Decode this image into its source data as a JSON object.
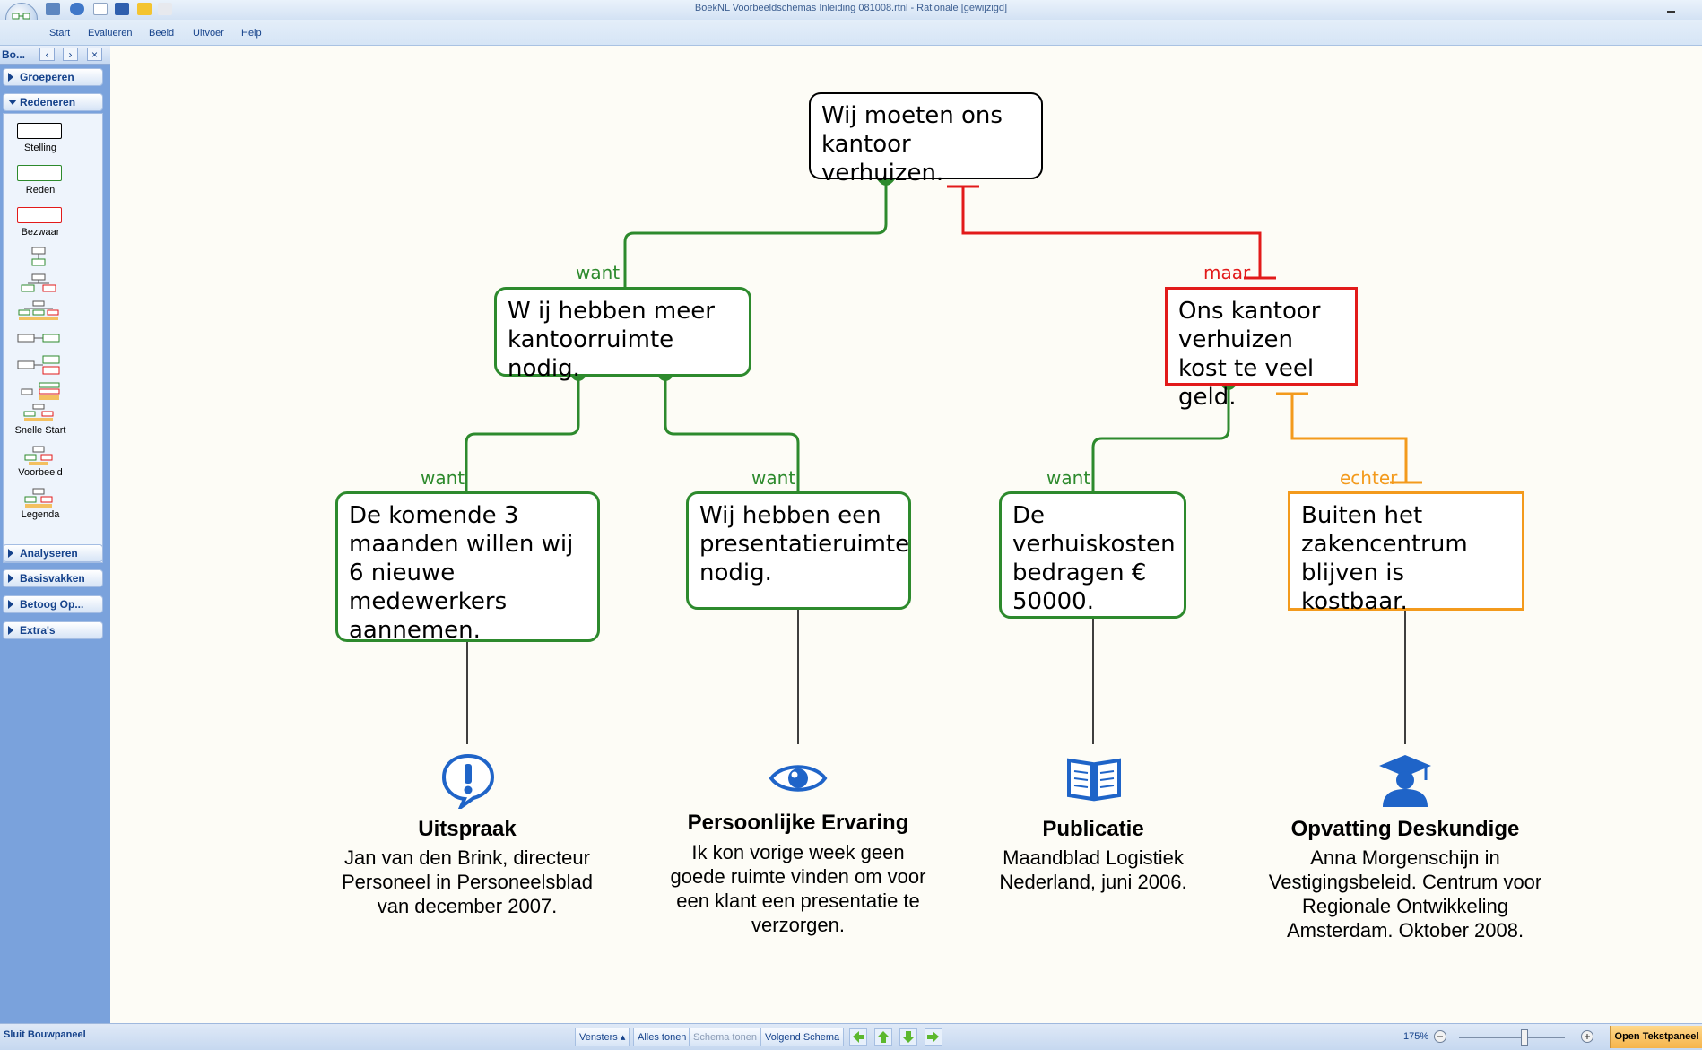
{
  "window": {
    "title": "BoekNL Voorbeeldschemas Inleiding 081008.rtnl - Rationale [gewijzigd]"
  },
  "menu": {
    "items": [
      "Start",
      "Evalueren",
      "Beeld",
      "Uitvoer",
      "Help"
    ]
  },
  "sidebar": {
    "header": "Bo...",
    "groups_top": [
      {
        "label": "Groeperen",
        "expanded": false
      },
      {
        "label": "Redeneren",
        "expanded": true
      }
    ],
    "tools": {
      "stelling": "Stelling",
      "reden": "Reden",
      "bezwaar": "Bezwaar",
      "snelle_start": "Snelle Start",
      "voorbeeld": "Voorbeeld",
      "legenda": "Legenda"
    },
    "groups_bottom": [
      {
        "label": "Analyseren"
      },
      {
        "label": "Basisvakken"
      },
      {
        "label": "Betoog Op..."
      },
      {
        "label": "Extra's"
      }
    ]
  },
  "map": {
    "claim": "Wij moeten ons kantoor verhuizen.",
    "reason_main": "W ij hebben meer kantoorruimte nodig.",
    "objection_main": "Ons kantoor verhuizen kost te veel geld.",
    "reason_1": "De komende 3 maanden willen wij 6 nieuwe medewerkers aannemen.",
    "reason_2": "Wij hebben een presentatieruimte nodig.",
    "reason_3": "De verhuiskosten bedragen € 50000.",
    "rebuttal": "Buiten het zakencentrum blijven is kostbaar.",
    "labels": {
      "want": "want",
      "maar": "maar",
      "echter": "echter"
    },
    "sources": [
      {
        "title": "Uitspraak",
        "text": "Jan van den Brink, directeur Personeel in Personeelsblad van december 2007.",
        "icon": "exclamation-bubble-icon"
      },
      {
        "title": "Persoonlijke Ervaring",
        "text": "Ik kon vorige week geen goede ruimte vinden om voor een klant een presentatie te verzorgen.",
        "icon": "eye-icon"
      },
      {
        "title": "Publicatie",
        "text": "Maandblad Logistiek Nederland, juni 2006.",
        "icon": "open-book-icon"
      },
      {
        "title": "Opvatting Deskundige",
        "text": "Anna Morgenschijn in Vestigingsbeleid. Centrum voor Regionale Ontwikkeling Amsterdam. Oktober 2008.",
        "icon": "graduate-icon"
      }
    ]
  },
  "statusbar": {
    "sluit": "Sluit Bouwpaneel",
    "vensters": "Vensters",
    "alles_tonen": "Alles tonen",
    "schema_tonen": "Schema tonen",
    "volgend_schema": "Volgend Schema",
    "zoom": "175%",
    "zoom_level": 0.62,
    "open_tekstpaneel": "Open Tekstpaneel"
  },
  "colors": {
    "reason": "#2d8a2d",
    "objection": "#e21a1a",
    "rebuttal": "#f39a1c",
    "icon_blue": "#1f64c8"
  }
}
